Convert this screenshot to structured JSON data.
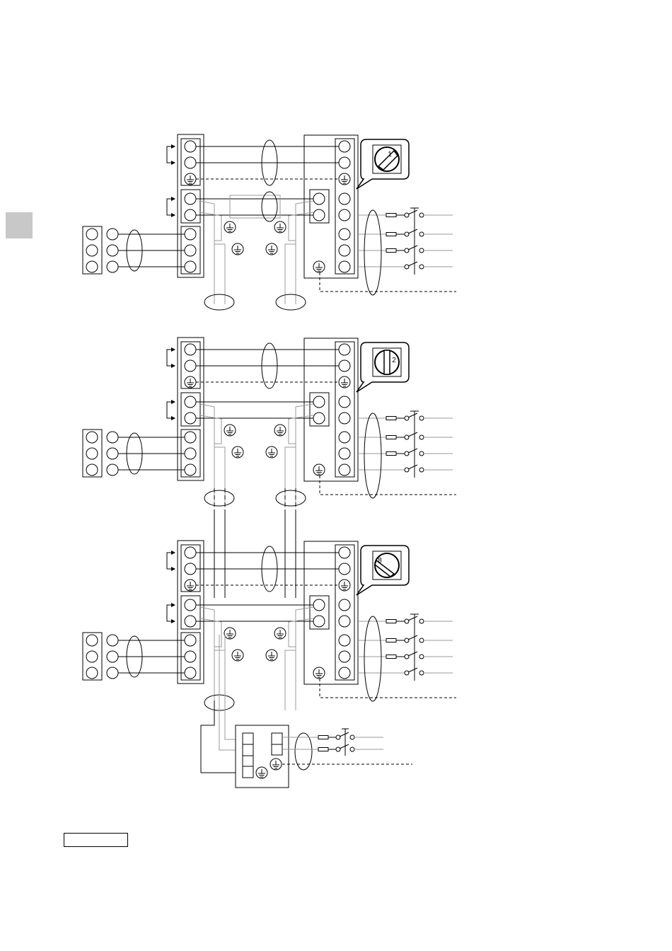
{
  "title": "",
  "colors": {
    "line": "#000000",
    "grey_wire": "#999999",
    "tab": "#c8c8c8"
  },
  "units": [
    {
      "address": "1"
    },
    {
      "address": "2"
    },
    {
      "address": "8"
    }
  ],
  "label_box": {
    "text": ""
  }
}
